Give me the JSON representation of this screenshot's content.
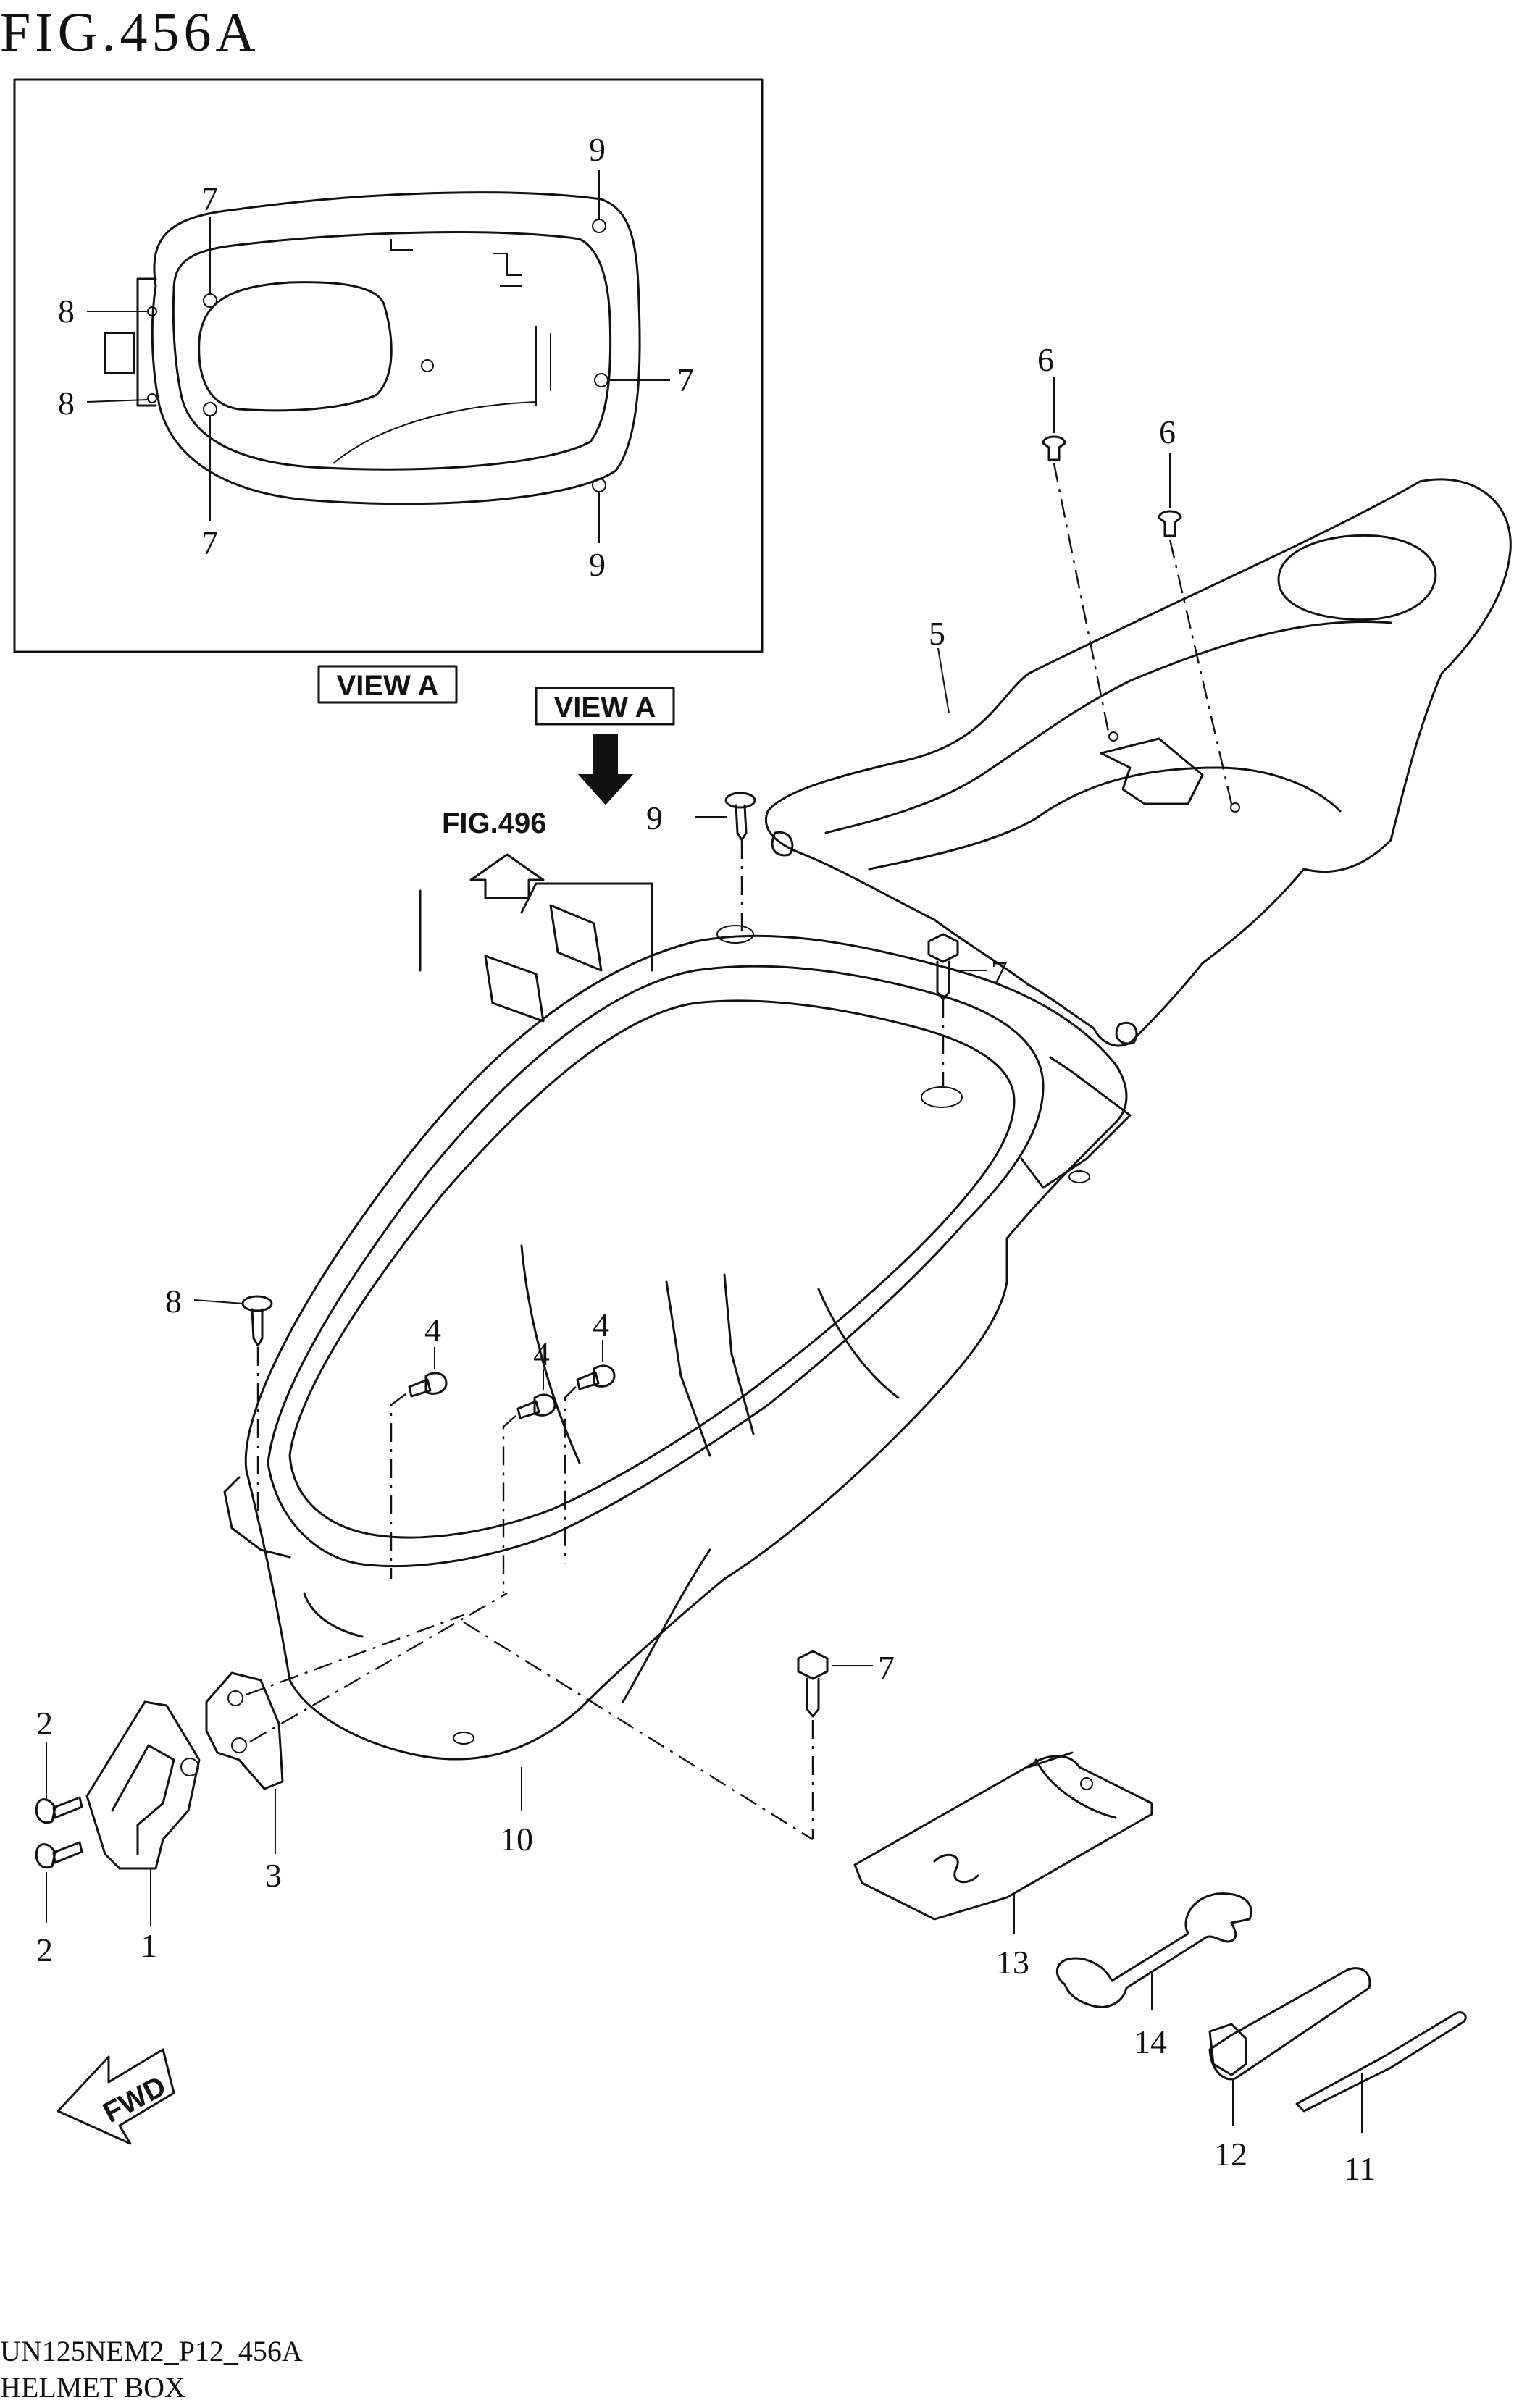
{
  "figure": {
    "title": "FIG.456A",
    "model_code": "UN125NEM2_P12_456A",
    "caption": "HELMET BOX"
  },
  "view_box_label": "VIEW A",
  "view_arrow_label": "VIEW A",
  "ref_label": "FIG.496",
  "fwd_label": "FWD",
  "callouts": {
    "inset_7_top": "7",
    "inset_7_right": "7",
    "inset_7_bottom": "7",
    "inset_8_top": "8",
    "inset_8_bottom": "8",
    "inset_9_top": "9",
    "inset_9_bottom": "9",
    "p1": "1",
    "p2_top": "2",
    "p2_bottom": "2",
    "p3": "3",
    "p4_a": "4",
    "p4_b": "4",
    "p4_c": "4",
    "p5": "5",
    "p6_a": "6",
    "p6_b": "6",
    "p7_a": "7",
    "p7_b": "7",
    "p8": "8",
    "p9": "9",
    "p10": "10",
    "p11": "11",
    "p12": "12",
    "p13": "13",
    "p14": "14"
  }
}
